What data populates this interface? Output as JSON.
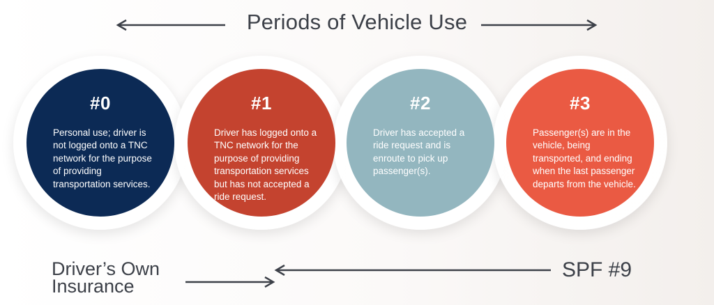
{
  "title": "Periods of Vehicle Use",
  "periods": [
    {
      "number": "#0",
      "description": "Personal use; driver is not logged onto a TNC network for the purpose of providing transportation services.",
      "color": "#0c2a55"
    },
    {
      "number": "#1",
      "description": "Driver has logged onto a TNC network for the purpose of providing transportation services but has not accepted a ride request.",
      "color": "#c4432f"
    },
    {
      "number": "#2",
      "description": "Driver has accepted a ride request and is enroute to pick up passenger(s).",
      "color": "#93b6bf"
    },
    {
      "number": "#3",
      "description": "Passenger(s) are in the vehicle, being transported, and ending when the last passenger departs from the vehicle.",
      "color": "#ea5a43"
    }
  ],
  "bottom": {
    "left_line1": "Driver’s Own",
    "left_line2": "Insurance",
    "right": "SPF #9"
  }
}
